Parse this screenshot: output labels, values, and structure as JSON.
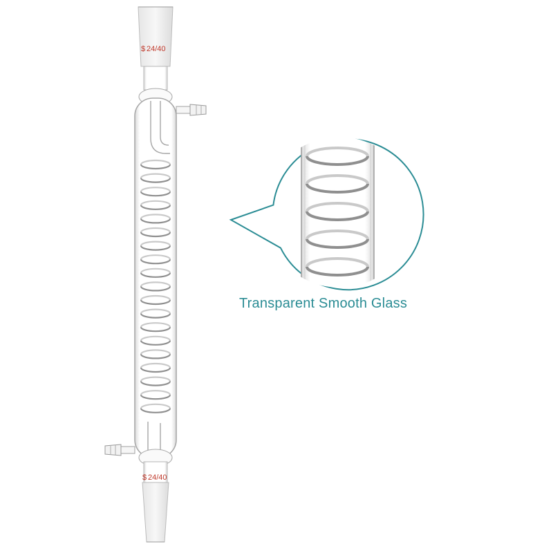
{
  "product": {
    "top_joint_label": "24/40",
    "bottom_joint_label": "24/40",
    "joint_symbol": "$",
    "joint_label_color": "#c0392b"
  },
  "callout": {
    "caption": "Transparent Smooth Glass",
    "accent_color": "#2a8c94"
  }
}
